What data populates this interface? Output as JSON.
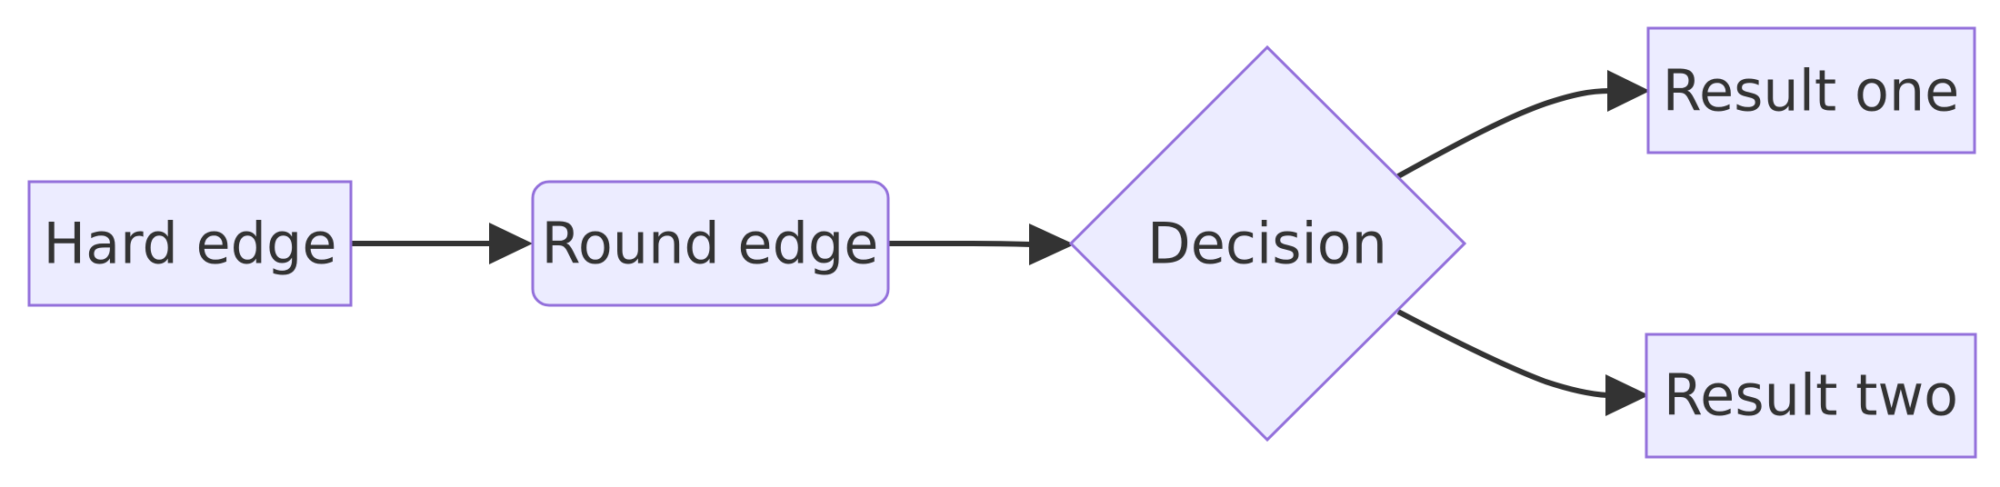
{
  "diagram": {
    "type": "flowchart",
    "direction": "left-to-right",
    "nodes": [
      {
        "id": "A",
        "label": "Hard edge",
        "shape": "rectangle"
      },
      {
        "id": "B",
        "label": "Round edge",
        "shape": "rounded-rectangle"
      },
      {
        "id": "C",
        "label": "Decision",
        "shape": "diamond"
      },
      {
        "id": "D",
        "label": "Result one",
        "shape": "rectangle"
      },
      {
        "id": "E",
        "label": "Result two",
        "shape": "rectangle"
      }
    ],
    "edges": [
      {
        "from": "A",
        "to": "B"
      },
      {
        "from": "B",
        "to": "C"
      },
      {
        "from": "C",
        "to": "D"
      },
      {
        "from": "C",
        "to": "E"
      }
    ],
    "colors": {
      "node_fill": "#ECECFF",
      "node_stroke": "#9370DB",
      "edge": "#333333",
      "text": "#333333"
    }
  }
}
